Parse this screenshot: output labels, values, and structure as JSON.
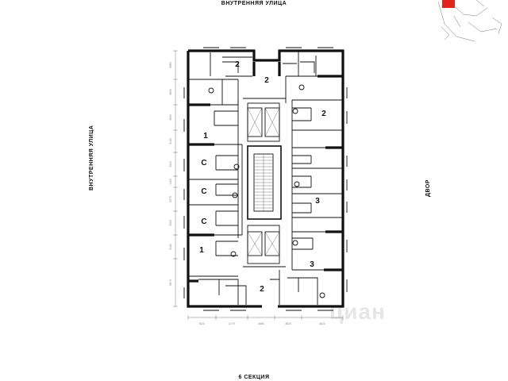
{
  "labels": {
    "top_street": "ВНУТРЕННЯЯ УЛИЦА",
    "left_street": "ВНУТРЕННЯЯ УЛИЦА",
    "right_side": "ДВОР",
    "section": "6 СЕКЦИЯ"
  },
  "apartments": [
    {
      "id": "tl-top",
      "rooms": "2"
    },
    {
      "id": "top-mid",
      "rooms": "2"
    },
    {
      "id": "tr-top",
      "rooms": "2"
    },
    {
      "id": "left-1a",
      "rooms": "1"
    },
    {
      "id": "left-s1",
      "rooms": "С"
    },
    {
      "id": "left-s2",
      "rooms": "С"
    },
    {
      "id": "left-s3",
      "rooms": "С"
    },
    {
      "id": "left-1b",
      "rooms": "1"
    },
    {
      "id": "right-3a",
      "rooms": "3"
    },
    {
      "id": "right-3b",
      "rooms": "3"
    },
    {
      "id": "bottom-mid",
      "rooms": "2"
    }
  ],
  "dimensions": {
    "left": [
      "5880",
      "3800",
      "3600",
      "3180",
      "3420",
      "1400",
      "3370",
      "3300",
      "3180",
      "5870"
    ],
    "bottom": [
      "7620",
      "4770",
      "3680",
      "3620",
      "4820"
    ]
  },
  "watermark": "циан",
  "colors": {
    "accent": "#e1261c",
    "wall": "#111111"
  }
}
